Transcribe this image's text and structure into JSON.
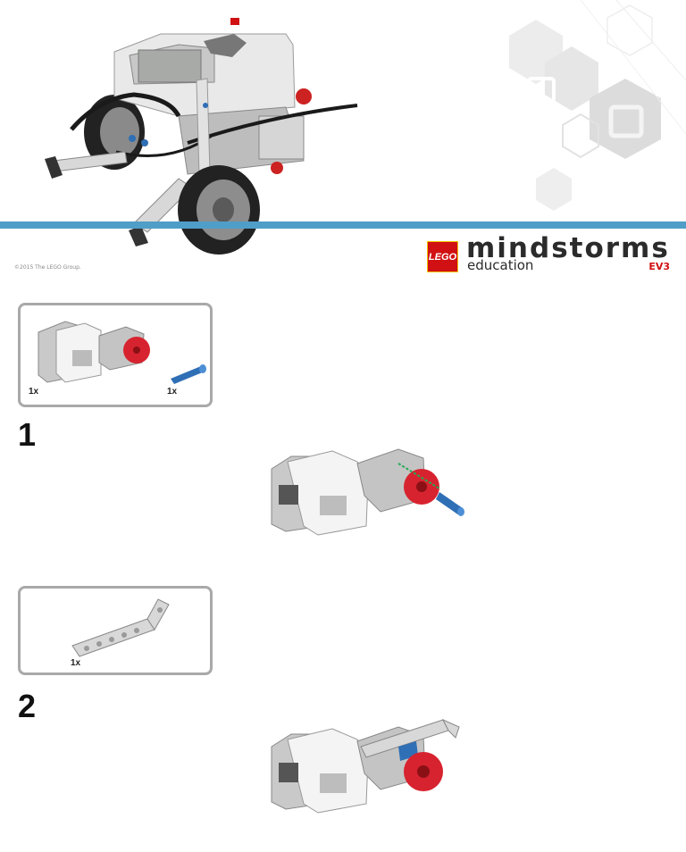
{
  "header": {
    "copyright": "©2015 The LEGO Group.",
    "logo": {
      "lego": "LEGO",
      "brand": "mindstorms",
      "sub": "education",
      "model": "EV3"
    }
  },
  "steps": [
    {
      "number": "1",
      "parts": [
        {
          "icon": "large-motor-icon",
          "qty": "1x"
        },
        {
          "icon": "blue-axle-pin-icon",
          "qty": "1x"
        }
      ]
    },
    {
      "number": "2",
      "parts": [
        {
          "icon": "angled-beam-icon",
          "qty": "1x"
        }
      ]
    }
  ],
  "colors": {
    "band": "#4f9ec7",
    "motor_white": "#f4f4f4",
    "motor_gray": "#c9c9c9",
    "hub_red": "#d7232f",
    "pin_blue": "#2f6fb5",
    "frame_gray": "#a9a9a9"
  }
}
